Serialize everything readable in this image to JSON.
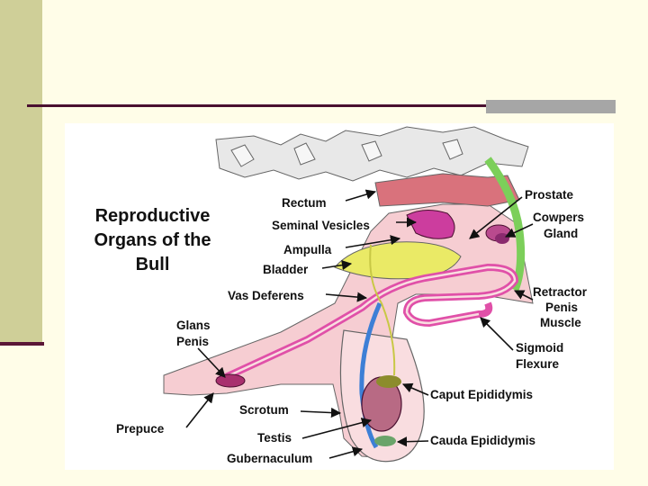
{
  "title": {
    "lines": [
      "Reproductive",
      "Organs of the",
      "Bull"
    ]
  },
  "labels": {
    "rectum": "Rectum",
    "seminal_vesicles": "Seminal Vesicles",
    "ampulla": "Ampulla",
    "bladder": "Bladder",
    "vas_deferens": "Vas Deferens",
    "glans_penis": [
      "Glans",
      "Penis"
    ],
    "prepuce": "Prepuce",
    "scrotum": "Scrotum",
    "testis": "Testis",
    "gubernaculum": "Gubernaculum",
    "prostate": "Prostate",
    "cowpers_gland": [
      "Cowpers",
      "Gland"
    ],
    "retractor_penis_muscle": [
      "Retractor",
      "Penis",
      "Muscle"
    ],
    "sigmoid_flexure": [
      "Sigmoid",
      "Flexure"
    ],
    "caput_epididymis": "Caput Epididymis",
    "cauda_epididymis": "Cauda Epididymis"
  },
  "colors": {
    "background": "#fffde8",
    "side_bar": "#cfcf98",
    "rule": "#4a1030",
    "accent_bar": "#a6a6a6",
    "tissue": "#f6cdd2",
    "rectum": "#d9727c",
    "bladder": "#eaea66",
    "vesicles": "#cc3d9e",
    "retractor": "#7ccf5a",
    "vas": "#3d7fd6",
    "bone": "#e6e6e6"
  }
}
